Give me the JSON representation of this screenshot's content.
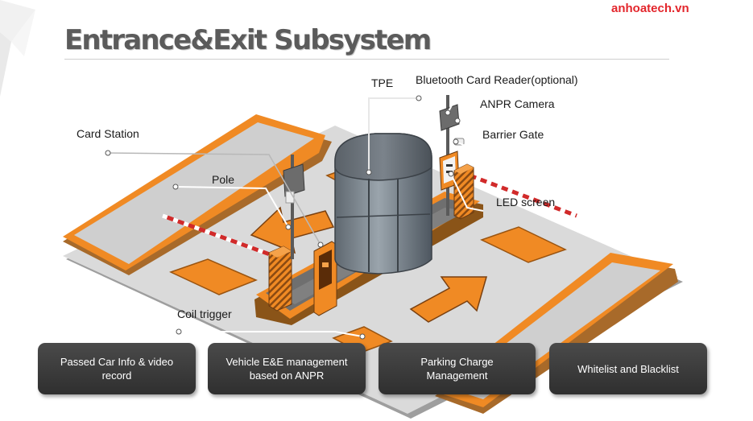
{
  "watermark": "anhoatech.vn",
  "title": "Entrance&Exit Subsystem",
  "callouts": {
    "tpe": "TPE",
    "bluetooth_reader": "Bluetooth Card Reader(optional)",
    "anpr_camera": "ANPR Camera",
    "barrier_gate": "Barrier Gate",
    "led_screen": "LED screen",
    "card_station": "Card Station",
    "pole": "Pole",
    "coil_trigger": "Coil trigger"
  },
  "features": [
    {
      "label": "Passed Car Info & video record"
    },
    {
      "label": "Vehicle E&E management based  on ANPR"
    },
    {
      "label": "Parking Charge Management"
    },
    {
      "label": "Whitelist and Blacklist"
    }
  ],
  "colors": {
    "orange": "#f08a24",
    "road": "#d6d6d6",
    "title": "#5b5b5b",
    "watermark": "#e3262c",
    "box": "#3a3a3a"
  }
}
